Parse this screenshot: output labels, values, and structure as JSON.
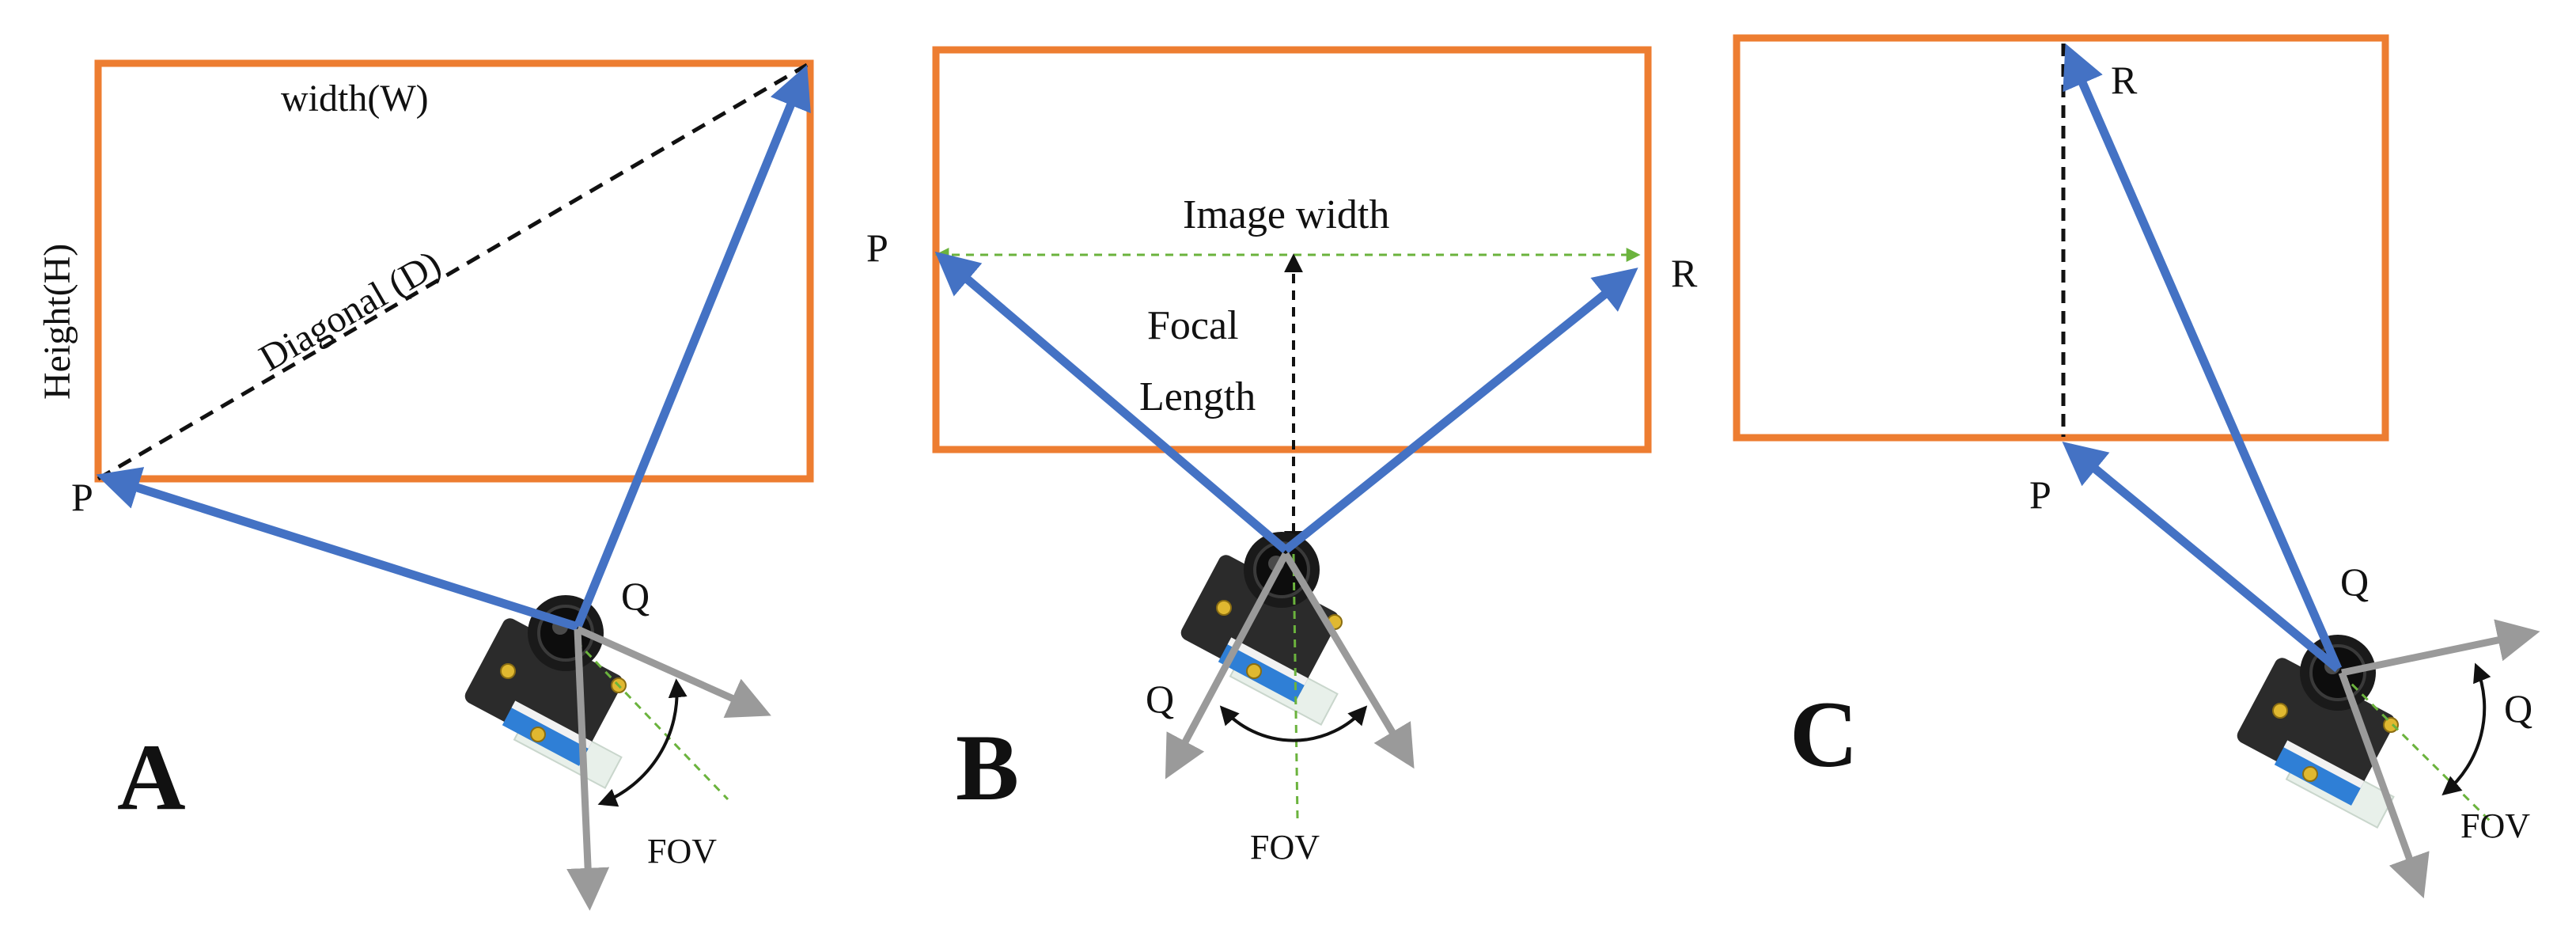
{
  "colors": {
    "frame": "#ED7D31",
    "vector": "#4472C4",
    "axis": "#9A9A9A",
    "guide_green": "#6BB33D",
    "text": "#111111"
  },
  "panels": {
    "A": {
      "letter": "A",
      "width_label": "width(W)",
      "height_label": "Height(H)",
      "diagonal_label": "Diagonal (D)",
      "point_p": "P",
      "point_q": "Q",
      "fov_label": "FOV"
    },
    "B": {
      "letter": "B",
      "image_width_label": "Image width",
      "focal_label_line1": "Focal",
      "focal_label_line2": "Length",
      "point_p": "P",
      "point_r": "R",
      "point_q": "Q",
      "fov_label": "FOV"
    },
    "C": {
      "letter": "C",
      "point_r": "R",
      "point_p": "P",
      "point_q_top": "Q",
      "point_q_right": "Q",
      "fov_label": "FOV"
    }
  }
}
